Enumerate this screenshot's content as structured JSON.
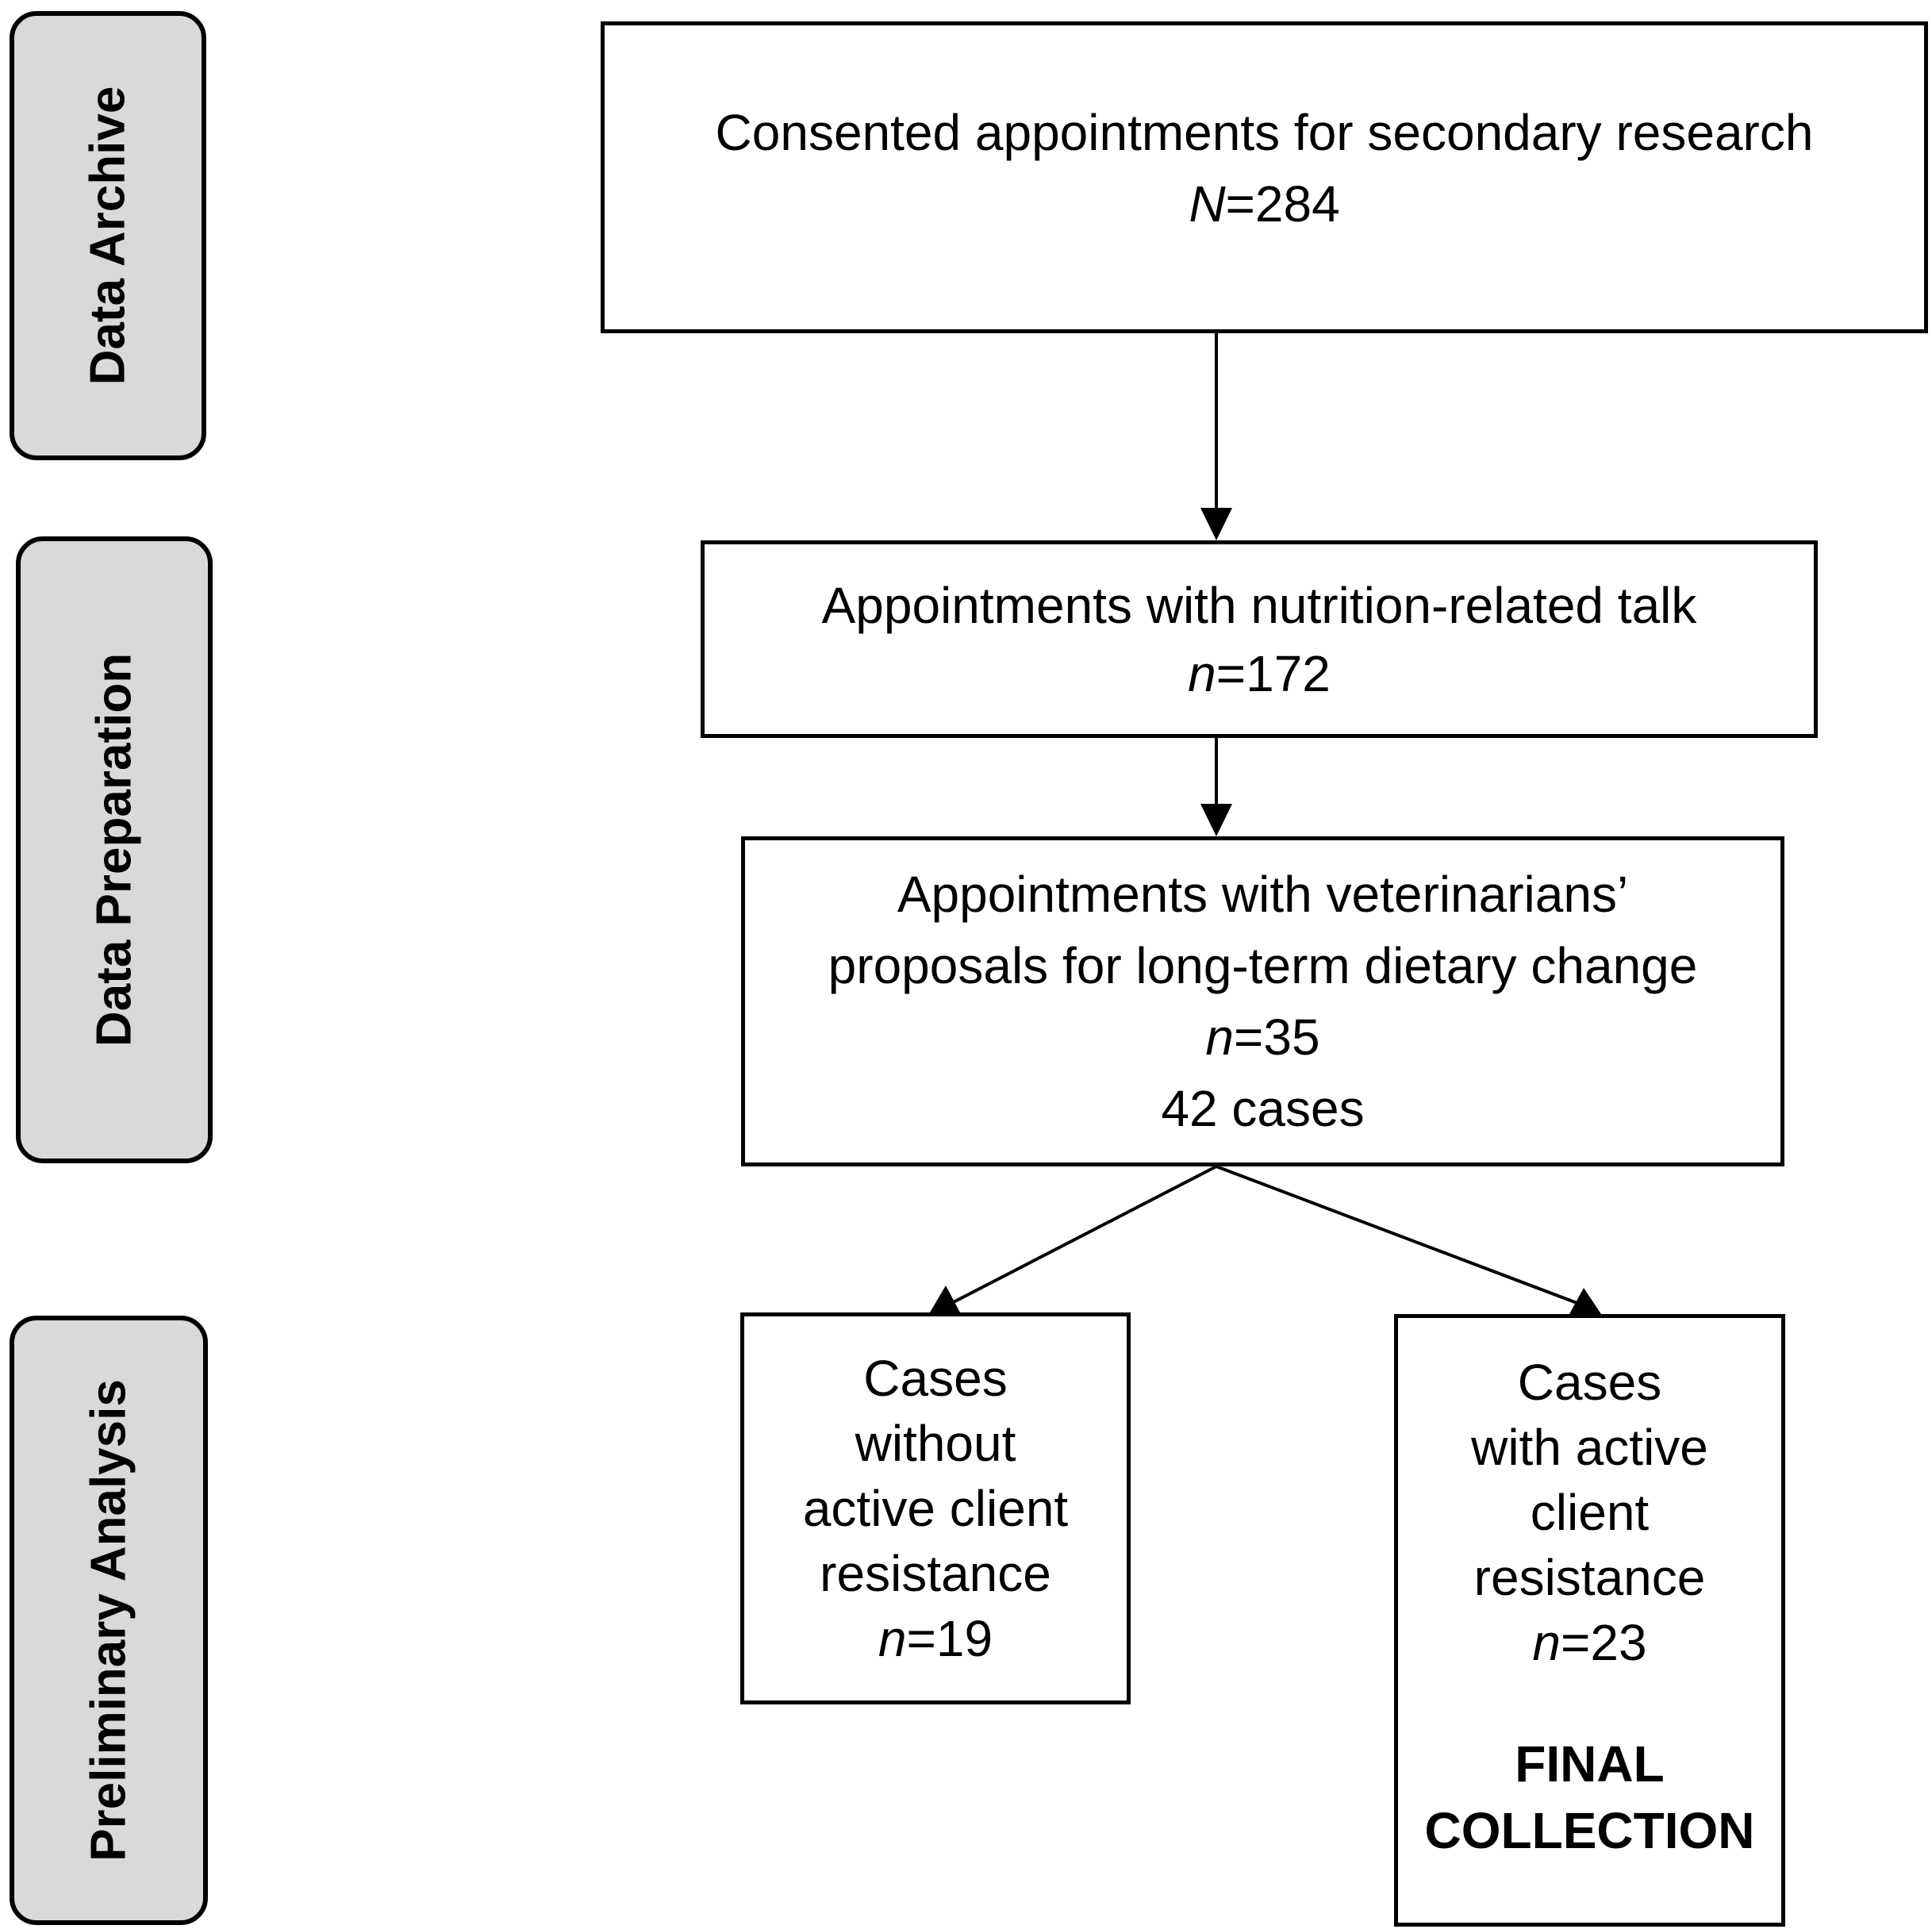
{
  "stages": {
    "archive": "Data Archive",
    "preparation": "Data Preparation",
    "preliminary": "Preliminary Analysis"
  },
  "boxes": {
    "consented": {
      "text": "Consented appointments for secondary research",
      "count_var": "N",
      "count_value": "=284"
    },
    "nutrition": {
      "text": "Appointments with nutrition-related talk",
      "count_var": "n",
      "count_value": "=172"
    },
    "proposals": {
      "line1": "Appointments with veterinarians’",
      "line2": "proposals for long-term dietary change",
      "count_var": "n",
      "count_value": "=35",
      "cases": "42 cases"
    },
    "without_resistance": {
      "line1": "Cases",
      "line2": "without",
      "line3": "active client",
      "line4": "resistance",
      "count_var": "n",
      "count_value": "=19"
    },
    "with_resistance": {
      "line1": "Cases",
      "line2": "with active",
      "line3": "client",
      "line4": "resistance",
      "count_var": "n",
      "count_value": "=23",
      "final1": "FINAL",
      "final2": "COLLECTION"
    }
  }
}
